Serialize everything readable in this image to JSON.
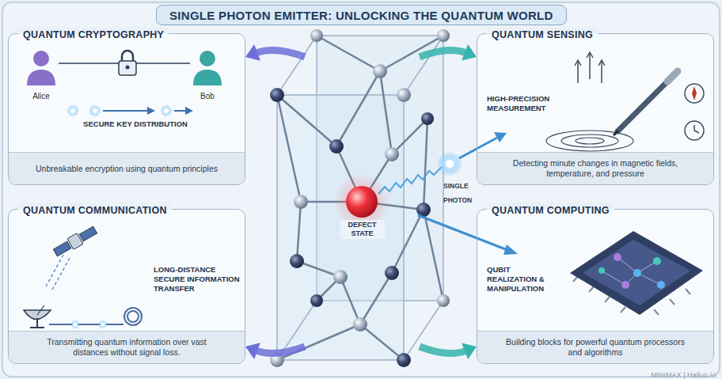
{
  "diagram": {
    "title": "SINGLE PHOTON EMITTER: UNLOCKING THE QUANTUM WORLD",
    "nodes": [
      {
        "text": [
          "QUANTUM CRYPTOGRAPHY",
          "SECURE KEY DISTRIBUTION",
          "Unbreakable encryption using quantum principles"
        ]
      },
      {
        "text": [
          "QUANTUM SENSING",
          "HIGH-PRECISION MEASUREMENT",
          "Detecting minute changes in magnetic fields, temperature, and pressure"
        ]
      },
      {
        "text": [
          "QUANTUM COMMUNICATION",
          "LONG-DISTANCE SECURE INFORMATION TRANSFER",
          "Transmitting quantum information over vast distances without signal loss."
        ]
      },
      {
        "text": [
          "QUANTUM COMPUTING",
          "QUBIT REALIZATION & MANIPULATION",
          "Building blocks for powerful quantum processors and algorithms"
        ]
      },
      {
        "text": [
          "DEFECT STATE"
        ]
      }
    ],
    "edges": [
      {
        "from": 4,
        "to": 0,
        "arrow": "to"
      },
      {
        "from": 4,
        "to": 1,
        "arrow": "to"
      },
      {
        "from": 4,
        "to": 2,
        "arrow": "to"
      },
      {
        "from": 4,
        "to": 3,
        "arrow": "to"
      }
    ],
    "labels": [
      "Alice",
      "Bob",
      "SINGLE PHOTON",
      "MINIMAX | Hailuo AI"
    ]
  }
}
